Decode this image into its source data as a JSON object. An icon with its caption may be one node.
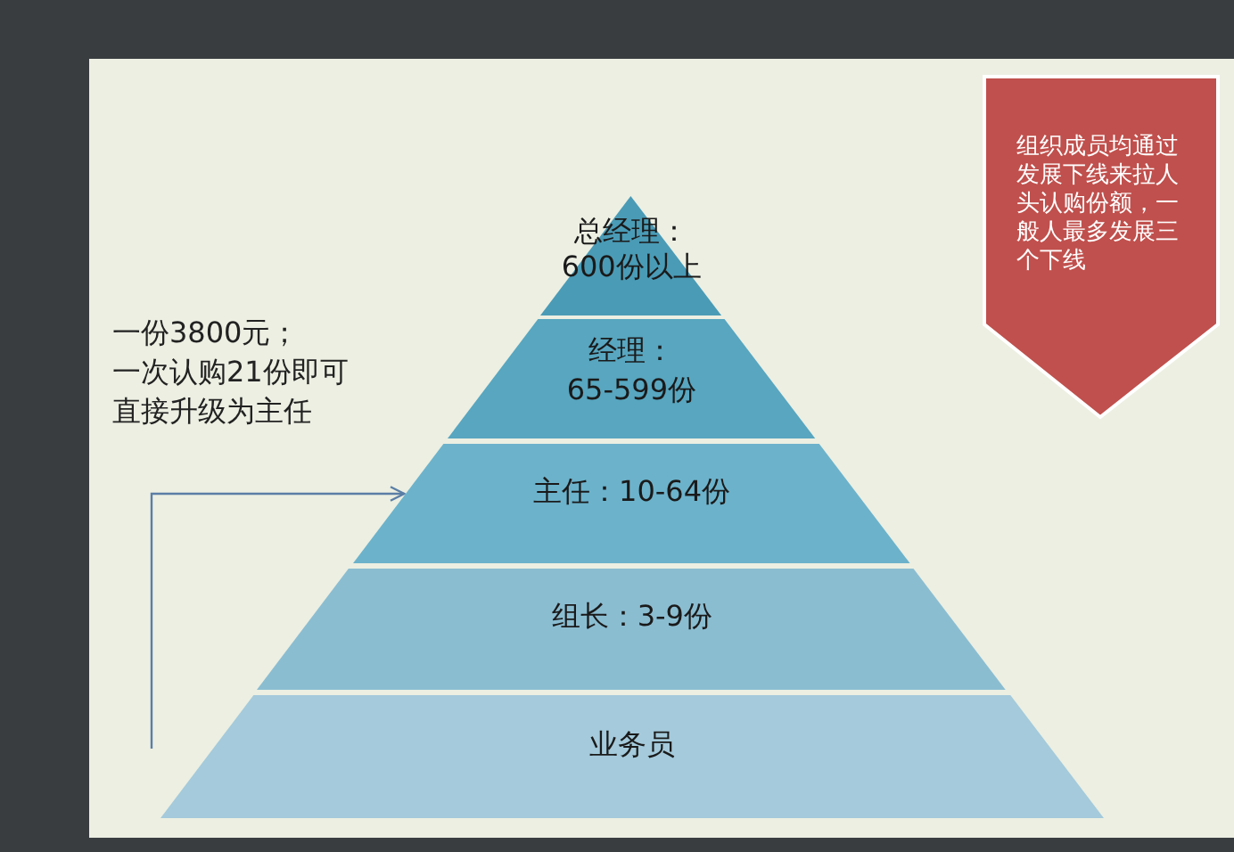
{
  "diagram": {
    "nodes": [
      {
        "text": [
          "总经理：",
          "600份以上"
        ]
      },
      {
        "text": [
          "经理：",
          "65-599份"
        ]
      },
      {
        "text": [
          "主任：10-64份"
        ]
      },
      {
        "text": [
          "组长：3-9份"
        ]
      },
      {
        "text": [
          "业务员"
        ]
      },
      {
        "text": [
          "组织成员均通过发展下线来拉人头认购份额，一般人最多发展三个下线"
        ]
      }
    ],
    "edges": [
      {
        "from": null,
        "to": 2,
        "arrow": "to"
      }
    ],
    "labels": [
      "一份3800元；",
      "一次认购21份即可",
      "直接升级为主任"
    ]
  }
}
